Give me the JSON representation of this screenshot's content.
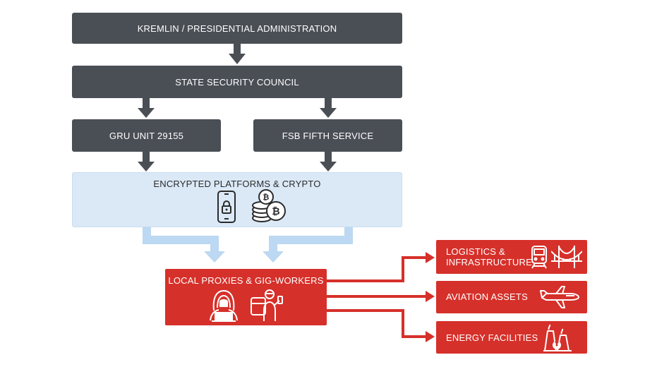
{
  "nodes": {
    "kremlin": "KREMLIN / PRESIDENTIAL ADMINISTRATION",
    "security_council": "STATE SECURITY COUNCIL",
    "gru": "GRU UNIT 29155",
    "fsb": "FSB FIFTH SERVICE",
    "platforms": "ENCRYPTED PLATFORMS & CRYPTO",
    "proxies": "LOCAL PROXIES & GIG-WORKERS",
    "logistics_line1": "LOGISTICS &",
    "logistics_line2": "INFRASTRUCTURE",
    "aviation": "AVIATION ASSETS",
    "energy": "ENERGY FACILITIES"
  },
  "icons": {
    "platforms": [
      "smartphone-lock-icon",
      "bitcoin-coins-icon"
    ],
    "proxies": [
      "hooded-hacker-icon",
      "gig-worker-icon"
    ],
    "logistics": [
      "train-icon",
      "bridge-icon"
    ],
    "aviation": [
      "airplane-icon"
    ],
    "energy": [
      "power-plant-icon"
    ]
  },
  "colors": {
    "dark_box": "#4a4e55",
    "light_box": "#dbe9f7",
    "light_arrow": "#bcd8f2",
    "red_box": "#d6302a",
    "text_light": "#ffffff",
    "text_dark": "#2b2b2b"
  }
}
